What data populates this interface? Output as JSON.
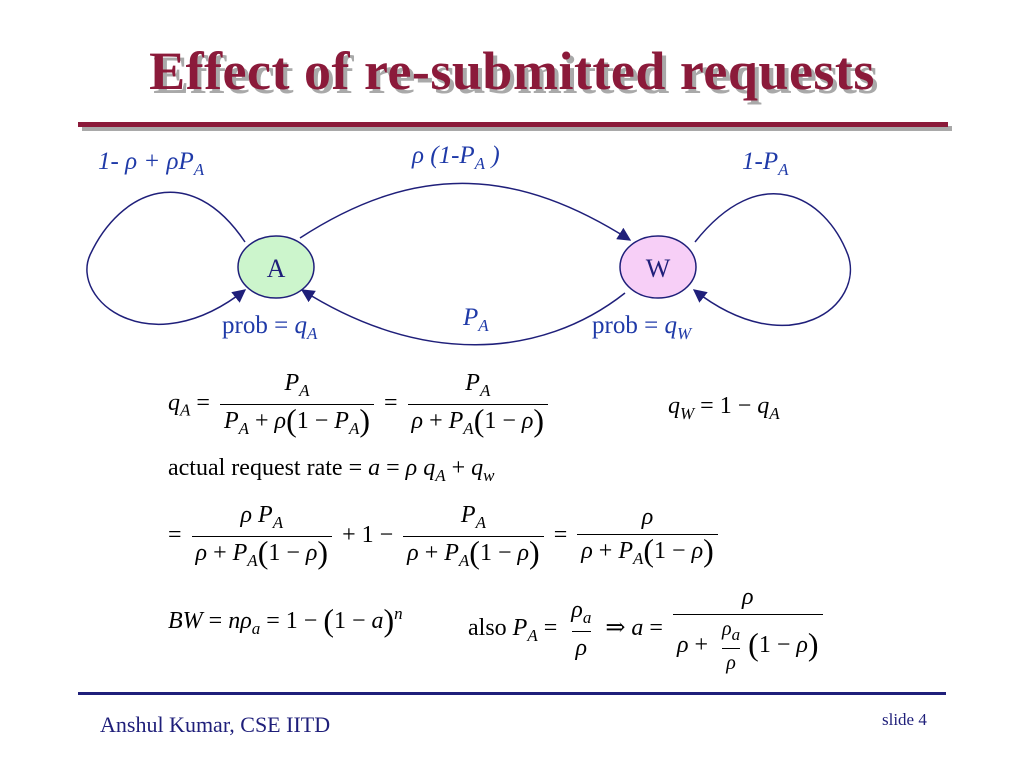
{
  "title": "Effect of re-submitted requests",
  "diagram": {
    "node_a": "A",
    "node_w": "W",
    "label_a_loop": "1- ρ + ρP",
    "label_a_loop_sub": "A",
    "label_a_to_w": "ρ (1-P",
    "label_a_to_w_sub": "A",
    "label_a_to_w_end": " )",
    "label_w_loop": "1-P",
    "label_w_loop_sub": "A",
    "label_w_to_a": "P",
    "label_w_to_a_sub": "A",
    "prob_a": "prob = ",
    "prob_a_var": "q",
    "prob_a_sub": "A",
    "prob_w": "prob = ",
    "prob_w_var": "q",
    "prob_w_sub": "W"
  },
  "equations": {
    "rate_text": "actual request rate",
    "also_text": "also",
    "implies": "⇒"
  },
  "colors": {
    "title": "#8b1a3a",
    "node_a_fill": "#ccf5cc",
    "node_w_fill": "#f7cff7",
    "label": "#1f3aa8",
    "arrow": "#1f1f7a"
  },
  "footer": {
    "author": "Anshul Kumar, CSE IITD",
    "slide": "slide 4"
  }
}
